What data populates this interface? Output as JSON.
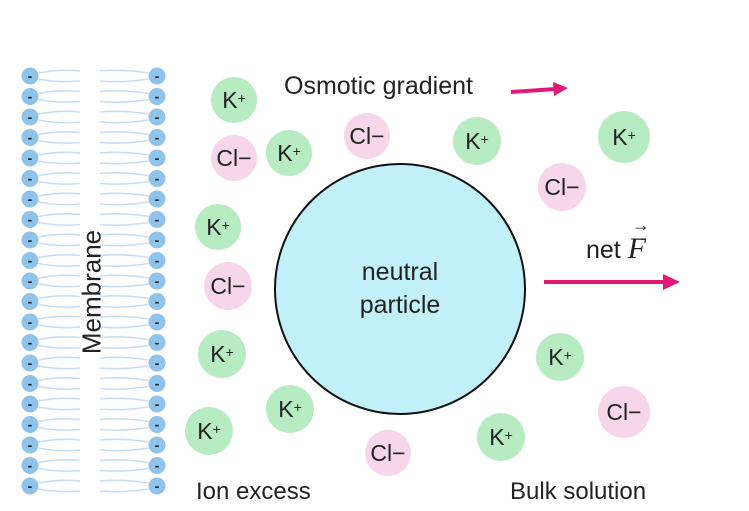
{
  "membrane": {
    "label": "Membrane",
    "head_charge": "-",
    "head_color": "#8fc3ea",
    "tail_color": "#c9def0"
  },
  "labels": {
    "osmotic_gradient": "Osmotic gradient",
    "ion_excess": "Ion excess",
    "bulk_solution": "Bulk solution",
    "net_force_prefix": "net",
    "net_force_symbol": "F"
  },
  "particle": {
    "line1": "neutral",
    "line2": "particle",
    "fill": "#c2f0f9"
  },
  "ions": {
    "k_base": "K",
    "k_charge": "+",
    "cl_text": "Cl−",
    "k_color": "#b7ecc3",
    "cl_color": "#f7d5ea"
  },
  "arrow_color": "#e0187a"
}
